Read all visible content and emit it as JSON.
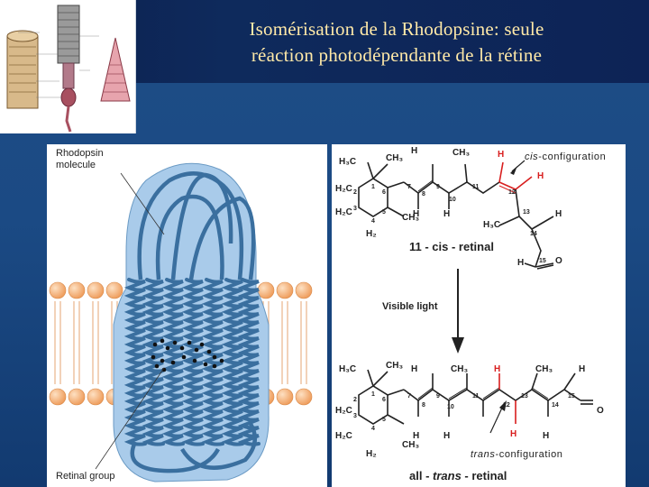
{
  "title": {
    "line1": "Isomérisation de la Rhodopsine: seule",
    "line2": "réaction photodépendante de la rétine"
  },
  "colors": {
    "background": "#1b4a84",
    "title_band": "#0e2a5c",
    "title_text": "#ffe9a8",
    "protein_body": "#9cc3e6",
    "helix": "#3a6f9f",
    "lipid_head": "#f5b27a",
    "highlight": "#d81e1e"
  },
  "left_panel": {
    "molecule_label_line1": "Rhodopsin",
    "molecule_label_line2": "molecule",
    "retinal_label": "Retinal group"
  },
  "top": {
    "label": "11 - cis - retinal",
    "config_prefix": "cis",
    "config_suffix": "-configuration",
    "atoms": {
      "h3c_1": "H₃C",
      "ch3_1": "CH₃",
      "h_7": "H",
      "ch3_9": "CH₃",
      "h_11": "H",
      "h_12": "H",
      "h2c_2": "H₂C",
      "h2c_3": "H₂C",
      "ch3_5": "CH₃",
      "h2_4": "H₂",
      "h_8": "H",
      "h_10": "H",
      "h3c_13": "H₃C",
      "h_14": "H",
      "h_15": "H",
      "o": "O"
    },
    "numbers": [
      "1",
      "2",
      "3",
      "4",
      "5",
      "6",
      "7",
      "8",
      "9",
      "10",
      "11",
      "12",
      "13",
      "14",
      "15"
    ]
  },
  "arrow": {
    "label": "Visible light"
  },
  "bottom": {
    "label_prefix": "all - ",
    "label_italic": "trans",
    "label_suffix": " - retinal",
    "config_prefix": "trans",
    "config_suffix": "-configuration",
    "atoms": {
      "h3c_1": "H₃C",
      "ch3_1": "CH₃",
      "h_7": "H",
      "ch3_9": "CH₃",
      "h_11": "H",
      "ch3_13": "CH₃",
      "h_15": "H",
      "h2c_2": "H₂C",
      "h2c_3": "H₂C",
      "ch3_5": "CH₃",
      "h2_4": "H₂",
      "h_8": "H",
      "h_10": "H",
      "h_12": "H",
      "h_14": "H",
      "o": "O"
    },
    "numbers": [
      "1",
      "2",
      "3",
      "4",
      "5",
      "6",
      "7",
      "8",
      "9",
      "10",
      "11",
      "12",
      "13",
      "14",
      "15"
    ]
  }
}
